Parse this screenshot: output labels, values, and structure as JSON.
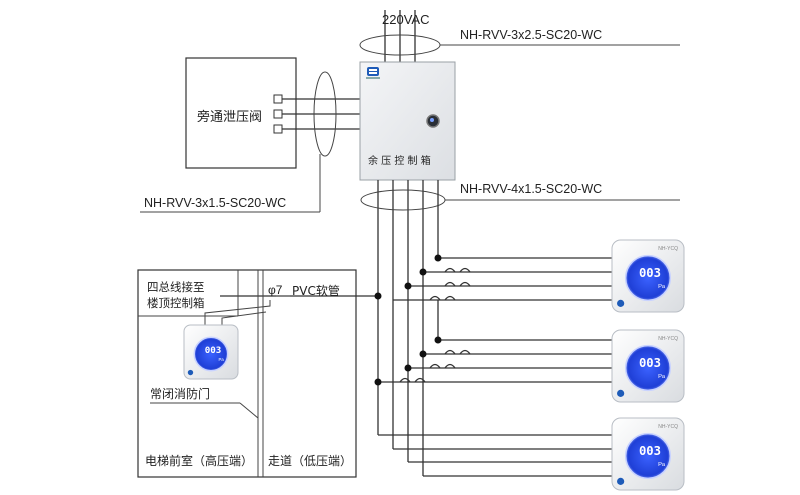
{
  "labels": {
    "power_supply": "220VAC",
    "cable_top": "NH-RVV-3x2.5-SC20-WC",
    "cable_left": "NH-RVV-3x1.5-SC20-WC",
    "cable_bus": "NH-RVV-4x1.5-SC20-WC",
    "bypass_valve": "旁通泄压阀",
    "controller_box": "余 压 控 制 箱",
    "bus_note_line1": "四总线接至",
    "bus_note_line2": "楼顶控制箱",
    "pipe_symbol": "φ7",
    "pvc_hose": "PVC软管",
    "fire_door": "常闭消防门",
    "elevator_room": "电梯前室（高压端）",
    "corridor": "走道（低压端）"
  },
  "sensors": [
    {
      "display": "003",
      "unit": "Pa",
      "model": "NH-YCQ"
    },
    {
      "display": "003",
      "unit": "Pa",
      "model": "NH-YCQ"
    },
    {
      "display": "003",
      "unit": "Pa",
      "model": "NH-YCQ"
    },
    {
      "display": "003",
      "unit": "Pa",
      "model": "NH-YCQ"
    }
  ],
  "colors": {
    "lcd_blue": "#1f3fd6",
    "lcd_glow": "#6f8dff",
    "device_body": "#e9ebee",
    "wire": "#333333"
  }
}
